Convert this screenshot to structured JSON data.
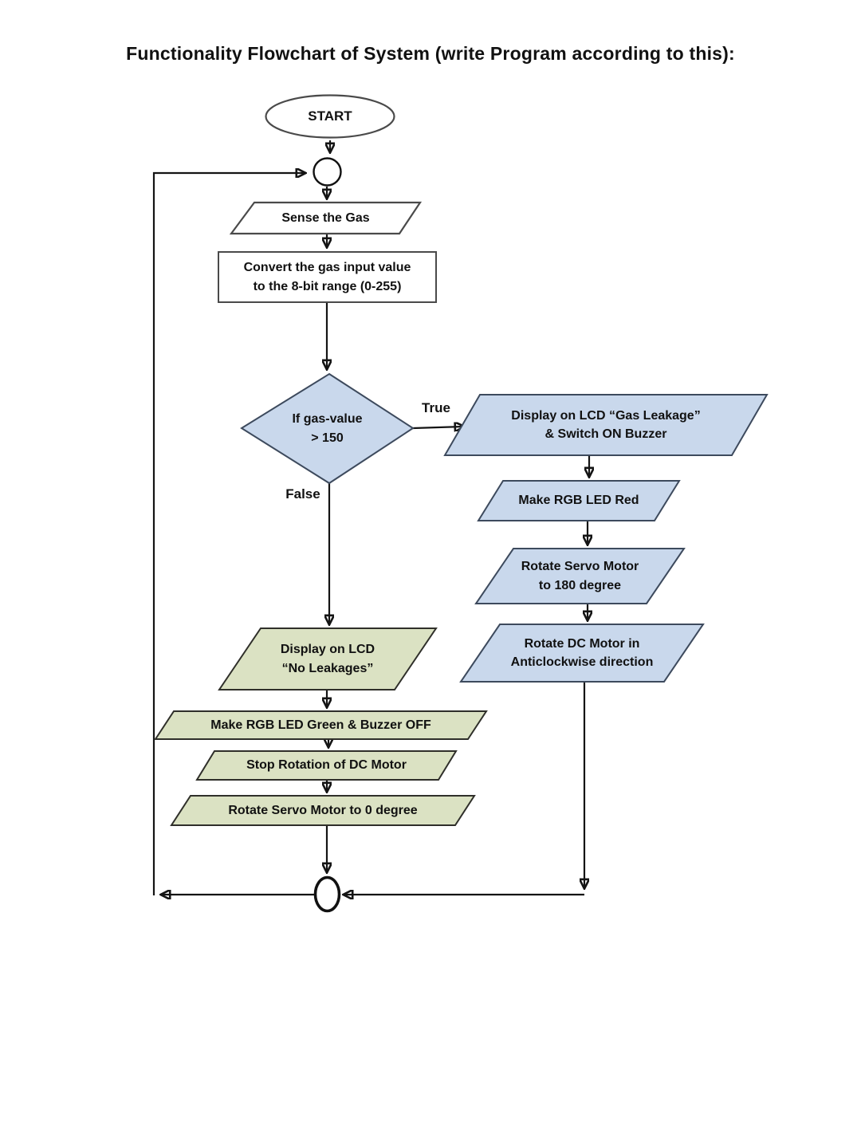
{
  "title": "Functionality Flowchart of System (write Program according to this):",
  "colors": {
    "page_bg": "#ffffff",
    "text": "#111111",
    "line": "#141414",
    "white_fill": "#ffffff",
    "white_border": "#4a4a4a",
    "blue_fill": "#c9d8ec",
    "blue_border": "#3d4a5d",
    "green_fill": "#dbe2c3",
    "green_border": "#2f2f2a",
    "junction_border": "#111111"
  },
  "nodes": {
    "start": "START",
    "sense": "Sense the Gas",
    "convert": "Convert the gas input value\nto the 8-bit range (0-255)",
    "decision": "If gas-value\n> 150",
    "branch_true": "True",
    "branch_false": "False",
    "lcd_leakage": "Display on LCD “Gas Leakage”\n& Switch ON Buzzer",
    "rgb_red": "Make RGB LED Red",
    "servo_180": "Rotate Servo Motor\nto 180 degree",
    "dc_anticlockwise": "Rotate DC Motor in\nAnticlockwise direction",
    "lcd_no_leakage": "Display on LCD\n“No Leakages”",
    "rgb_green": "Make RGB LED Green & Buzzer OFF",
    "stop_dc": "Stop Rotation of DC Motor",
    "servo_0": "Rotate Servo Motor to 0 degree"
  }
}
